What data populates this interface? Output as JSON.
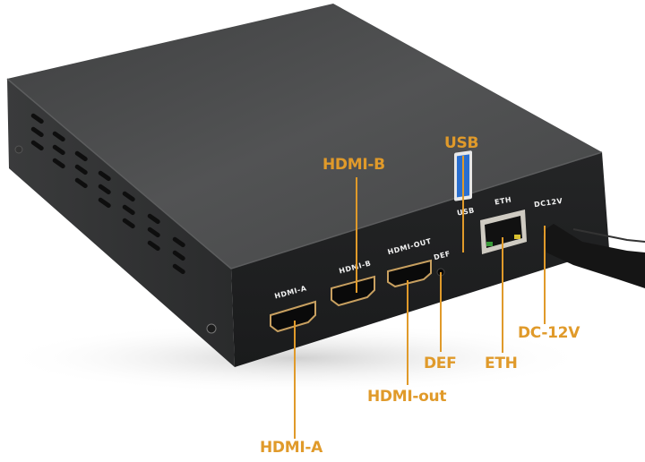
{
  "product": {
    "description": "Black metal HDMI switcher box with rear I/O panel",
    "body_color": "#2e2f30",
    "top_color": "#4a4b4c"
  },
  "panel_labels": {
    "hdmi_a": "HDMI-A",
    "hdmi_b": "HDMI-B",
    "hdmi_out": "HDMI-OUT",
    "def": "DEF",
    "usb": "USB",
    "eth": "ETH",
    "dc": "DC12V"
  },
  "callouts": {
    "color": "#e09a2a",
    "items": [
      {
        "id": "hdmi-b",
        "label": "HDMI-B"
      },
      {
        "id": "usb",
        "label": "USB"
      },
      {
        "id": "dc-12v",
        "label": "DC-12V"
      },
      {
        "id": "def",
        "label": "DEF"
      },
      {
        "id": "eth",
        "label": "ETH"
      },
      {
        "id": "hdmi-out",
        "label": "HDMI-out"
      },
      {
        "id": "hdmi-a",
        "label": "HDMI-A"
      }
    ]
  }
}
